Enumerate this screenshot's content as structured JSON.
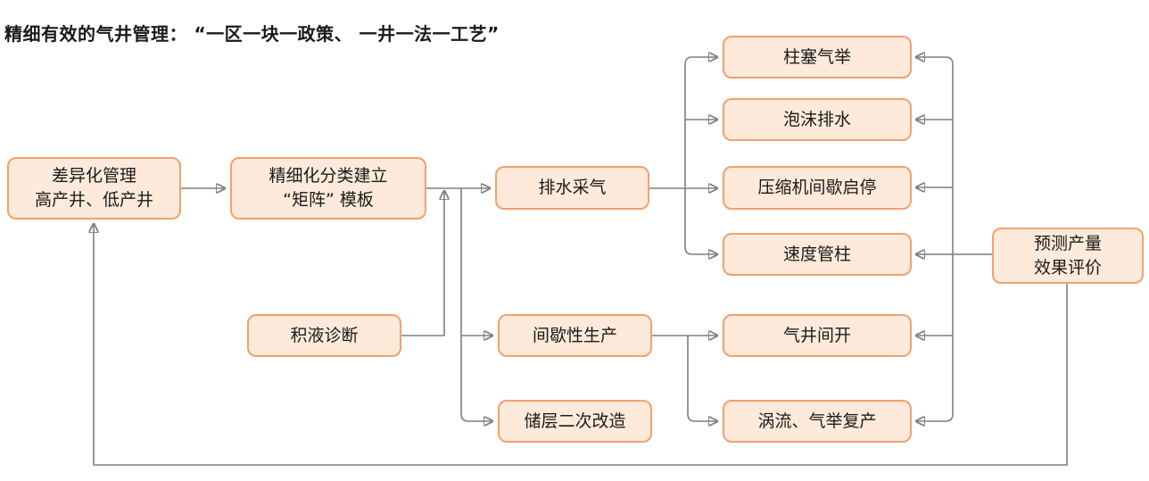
{
  "title": "精细有效的气井管理： “一区一块一政策、 一井一法一工艺”",
  "colors": {
    "node_fill": "#FDEADA",
    "node_border": "#F0A16E",
    "connector": "#7F7F7F",
    "text": "#1A1A1A",
    "background": "#FFFFFF"
  },
  "nodes": {
    "differentiated": {
      "label": "差异化管理\n高产井、低产井"
    },
    "matrix": {
      "label": "精细化分类建立\n“矩阵” 模板"
    },
    "drainage": {
      "label": "排水采气"
    },
    "plunger": {
      "label": "柱塞气举"
    },
    "foam": {
      "label": "泡沫排水"
    },
    "compressor": {
      "label": "压缩机间歇启停"
    },
    "velocity": {
      "label": "速度管柱"
    },
    "liquid": {
      "label": "积液诊断"
    },
    "intermittent": {
      "label": "间歇性生产"
    },
    "wellopen": {
      "label": "气井间开"
    },
    "reservoir": {
      "label": "储层二次改造"
    },
    "vortex": {
      "label": "涡流、气举复产"
    },
    "predict": {
      "label": "预测产量\n效果评价"
    }
  }
}
